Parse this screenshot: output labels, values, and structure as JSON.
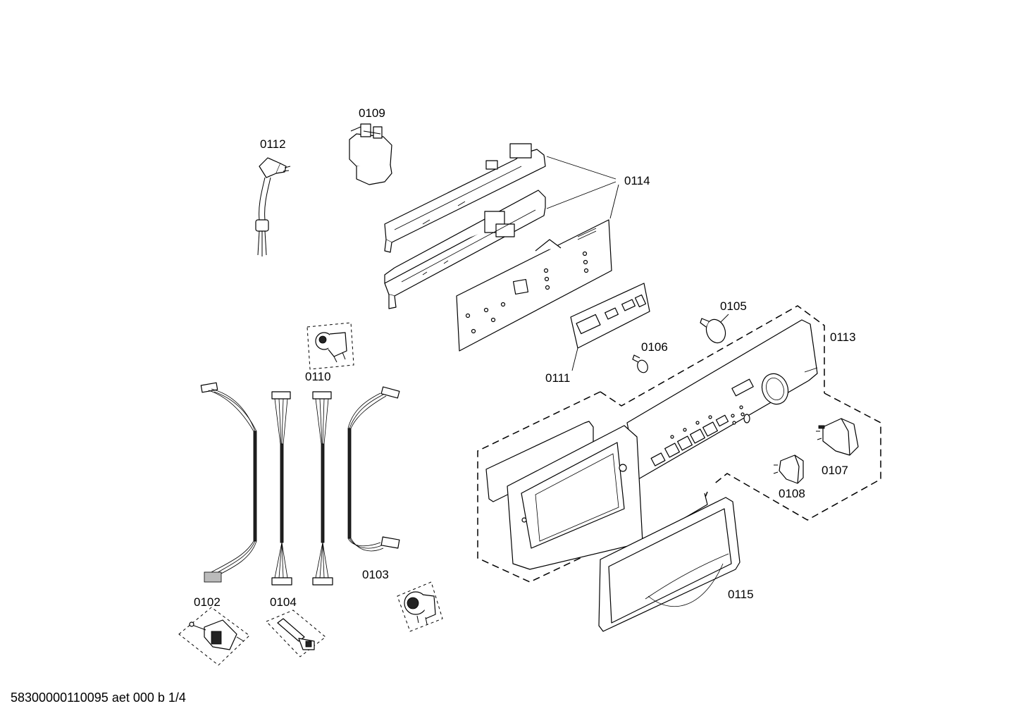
{
  "labels": {
    "p0102": "0102",
    "p0103": "0103",
    "p0104": "0104",
    "p0105": "0105",
    "p0106": "0106",
    "p0107": "0107",
    "p0108": "0108",
    "p0109": "0109",
    "p0110": "0110",
    "p0111": "0111",
    "p0112": "0112",
    "p0113": "0113",
    "p0114": "0114",
    "p0115": "0115"
  },
  "footer": "58300000110095 aet 000 b 1/4"
}
